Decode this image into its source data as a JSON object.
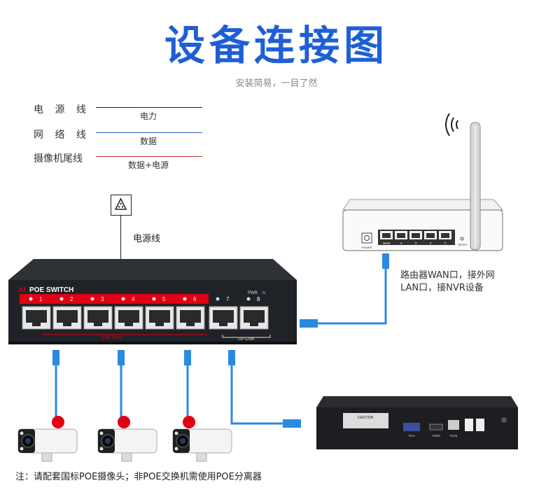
{
  "header": {
    "title": "设备连接图",
    "subtitle": "安装简易，一目了然"
  },
  "legend": [
    {
      "label": "电 源 线",
      "desc": "电力",
      "color": "#222222"
    },
    {
      "label": "网 络 线",
      "desc": "数据",
      "color": "#2c5fd0"
    },
    {
      "label": "摄像机尾线",
      "desc": "数据+电源",
      "color": "#d43030"
    }
  ],
  "labels": {
    "power_cable": "电源线",
    "router_line1": "路由器WAN口，接外网",
    "router_line2": "LAN口，接NVR设备",
    "footnote": "注：请配套国标POE摄像头；非POE交换机需使用POE分离器"
  },
  "switch": {
    "brand": "AI",
    "model": "POE SWITCH",
    "ports": [
      "1",
      "2",
      "3",
      "4",
      "5",
      "6",
      "7",
      "8"
    ],
    "pwr": "PWR",
    "ai": "Ai",
    "poe_ports": "POE Ports",
    "uplink": "UP-LINK"
  },
  "router": {
    "ports": [
      "WAN",
      "4",
      "3",
      "2",
      "1"
    ],
    "power": "POWER",
    "reset": "RESET"
  },
  "nvr": {
    "caution": "CAUTION",
    "vga": "VGA",
    "hdmi": "HDMI",
    "rj45": "RJ45"
  },
  "colors": {
    "accent": "#1f5fd6",
    "cable_blue": "#2a8ae0",
    "poe_red": "#e00012"
  }
}
